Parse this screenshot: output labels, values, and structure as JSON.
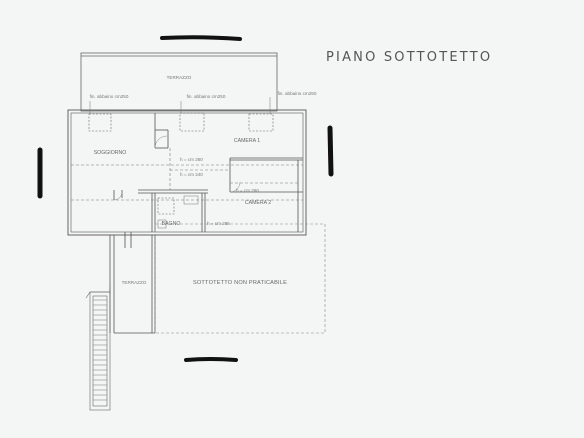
{
  "title": "PIANO SOTTOTETTO",
  "rooms": {
    "terrazzo_top": "TERRAZZO",
    "soggiorno": "SOGGIORNO",
    "camera1": "CAMERA 1",
    "camera2": "CAMERA 2",
    "bagno": "BAGNO",
    "terrazzo_side": "TERRAZZO",
    "sottotetto": "SOTTOTETTO NON PRATICABILE"
  },
  "skylights": {
    "left": "fin. abbaino cm250",
    "center": "fin. abbaino cm250",
    "right": "fin. abbaino cm250"
  },
  "heights": {
    "h1": "h = cm 260",
    "h2": "h = cm 240",
    "h3": "h = cm 260",
    "h4": "h = cm 285"
  },
  "colors": {
    "ink": "#555555",
    "paper": "#f4f6f5",
    "marker": "#111111"
  }
}
